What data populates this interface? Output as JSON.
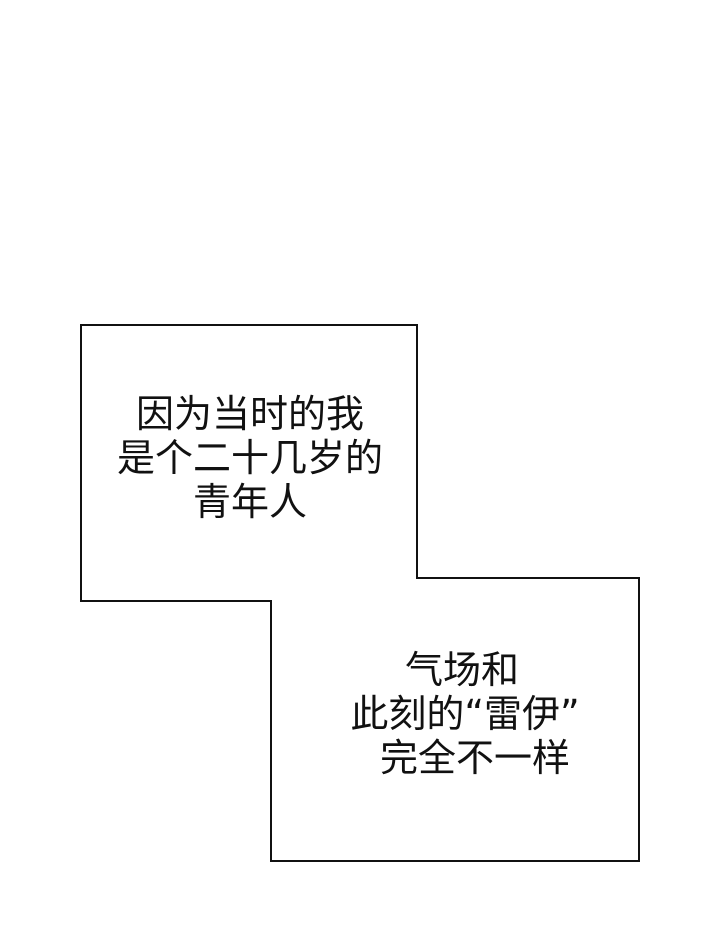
{
  "caption_box_1": {
    "lines": [
      "因为当时的我",
      "是个二十几岁的",
      "青年人"
    ]
  },
  "caption_box_2": {
    "lines": [
      "气场和",
      "此刻的“雷伊”",
      "完全不一样"
    ]
  }
}
